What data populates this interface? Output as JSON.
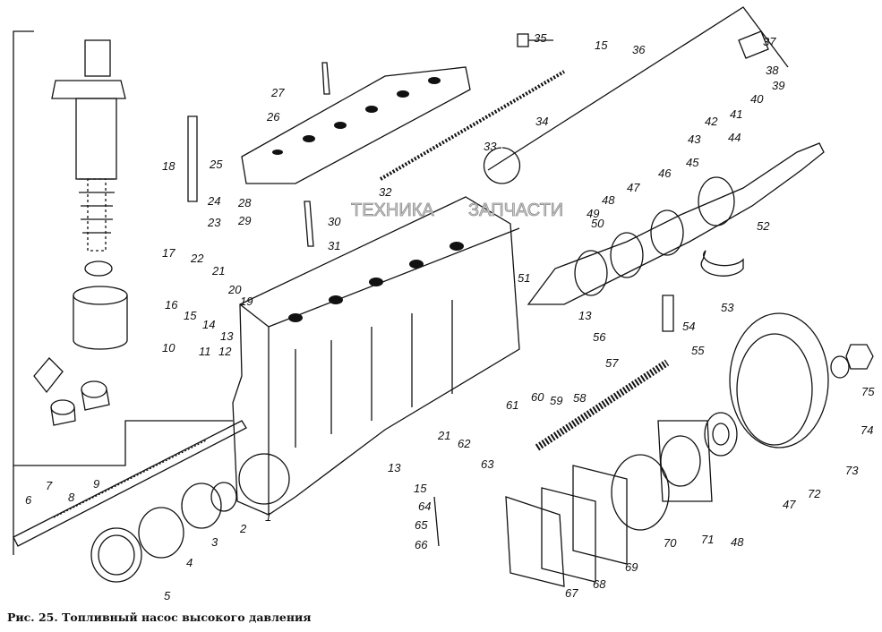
{
  "caption": "Рис. 25. Топливный насос высокого давления",
  "watermark": {
    "left": "ТЕХНИКА",
    "right": "ЗАПЧАСТИ"
  },
  "part_labels": [
    "35",
    "15",
    "36",
    "37",
    "38",
    "39",
    "40",
    "41",
    "42",
    "43",
    "44",
    "45",
    "46",
    "47",
    "48",
    "49",
    "50",
    "52",
    "27",
    "26",
    "25",
    "18",
    "24",
    "23",
    "28",
    "29",
    "30",
    "31",
    "32",
    "33",
    "34",
    "22",
    "21",
    "20",
    "19",
    "17",
    "16",
    "15",
    "14",
    "13",
    "10",
    "11",
    "12",
    "51",
    "13",
    "56",
    "53",
    "54",
    "55",
    "57",
    "60",
    "59",
    "58",
    "61",
    "21",
    "62",
    "63",
    "13",
    "15",
    "64",
    "65",
    "66",
    "7",
    "8",
    "9",
    "6",
    "1",
    "2",
    "3",
    "4",
    "5",
    "67",
    "68",
    "69",
    "70",
    "71",
    "48",
    "47",
    "72",
    "73",
    "74",
    "75"
  ],
  "colors": {
    "line": "#111111",
    "background": "#ffffff",
    "watermark": "#aaaaaa"
  }
}
